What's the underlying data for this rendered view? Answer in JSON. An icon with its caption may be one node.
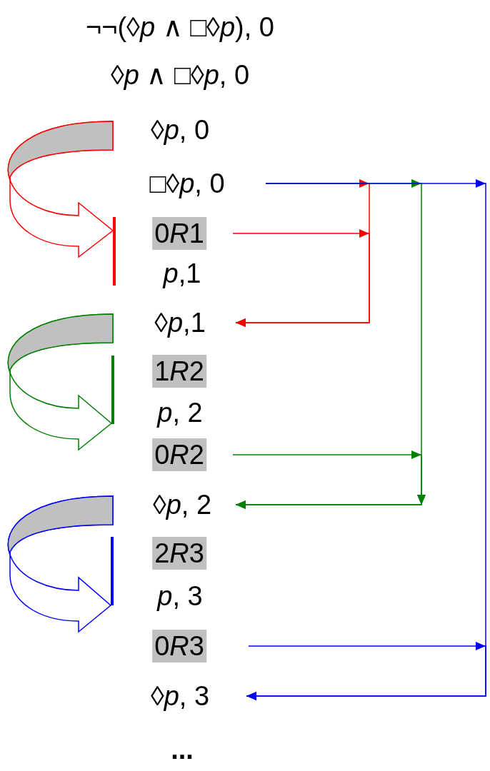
{
  "diagram": {
    "nodes": [
      {
        "text": [
          "¬¬(◊p ∧ □◊p), 0"
        ]
      },
      {
        "text": [
          "◊p ∧ □◊p, 0"
        ]
      },
      {
        "text": [
          "◊p, 0"
        ]
      },
      {
        "text": [
          "□◊p, 0"
        ]
      },
      {
        "text": [
          "0R1"
        ]
      },
      {
        "text": [
          "p,1"
        ]
      },
      {
        "text": [
          "◊p,1"
        ]
      },
      {
        "text": [
          "1R2"
        ]
      },
      {
        "text": [
          "p, 2"
        ]
      },
      {
        "text": [
          "0R2"
        ]
      },
      {
        "text": [
          "◊p, 2"
        ]
      },
      {
        "text": [
          "2R3"
        ]
      },
      {
        "text": [
          "p, 3"
        ]
      },
      {
        "text": [
          "0R3"
        ]
      },
      {
        "text": [
          "◊p, 3"
        ]
      },
      {
        "text": [],
        "shape": "bar"
      },
      {
        "text": [],
        "shape": "bar"
      },
      {
        "text": [],
        "shape": "bar"
      }
    ],
    "edges": [
      {
        "from": 3,
        "to": 6,
        "arrow": "to",
        "color": "#ff0000"
      },
      {
        "from": 4,
        "to": 6,
        "arrow": "to",
        "color": "#ff0000"
      },
      {
        "from": 3,
        "to": 10,
        "arrow": "to",
        "color": "#008000"
      },
      {
        "from": 9,
        "to": 10,
        "arrow": "to",
        "color": "#008000"
      },
      {
        "from": 3,
        "to": 14,
        "arrow": "to",
        "color": "#0000ff"
      },
      {
        "from": 13,
        "to": 14,
        "arrow": "to",
        "color": "#0000ff"
      },
      {
        "from": 2,
        "to": 15,
        "arrow": "to",
        "style": "thick",
        "color": "#ff0000"
      },
      {
        "from": 6,
        "to": 16,
        "arrow": "to",
        "style": "thick",
        "color": "#008000"
      },
      {
        "from": 10,
        "to": 17,
        "arrow": "to",
        "style": "thick",
        "color": "#0000ff"
      }
    ],
    "labels": [
      "..."
    ]
  }
}
